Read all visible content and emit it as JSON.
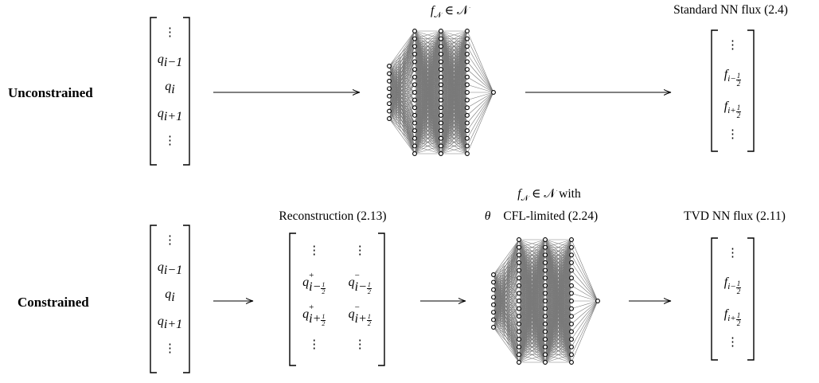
{
  "rows": {
    "unconstrained": {
      "label": "Unconstrained",
      "input_vector": [
        "⋮",
        "q",
        "i−1",
        "q",
        "i",
        "q",
        "i+1",
        "⋮"
      ],
      "network_caption": "f_N ∈ N",
      "network_caption_text": "f",
      "network_caption_sub": "𝒩",
      "network_caption_rest": " ∈ 𝒩",
      "output_caption": "Standard NN flux (2.4)",
      "output_vector": {
        "top": "⋮",
        "f1": "f",
        "f1_sub_prefix": "i−",
        "f2": "f",
        "f2_sub_prefix": "i+",
        "bottom": "⋮"
      }
    },
    "constrained": {
      "label": "Constrained",
      "reconstruction_caption": "Reconstruction (2.13)",
      "network_caption_line1_f": "f",
      "network_caption_line1_sub": "𝒩",
      "network_caption_line1_rest": " ∈ 𝒩 with",
      "network_caption_line2_theta": "θ⃗",
      "network_caption_line2_rest": " CFL-limited (2.24)",
      "output_caption": "TVD NN flux (2.11)"
    }
  },
  "fraction": {
    "num": "1",
    "den": "2"
  },
  "network_layers": {
    "input": 8,
    "hidden": [
      17,
      17,
      17
    ],
    "output": 1
  },
  "colors": {
    "edge": "#7a7a7a",
    "node_fill": "#ffffff",
    "node_stroke": "#000000"
  }
}
